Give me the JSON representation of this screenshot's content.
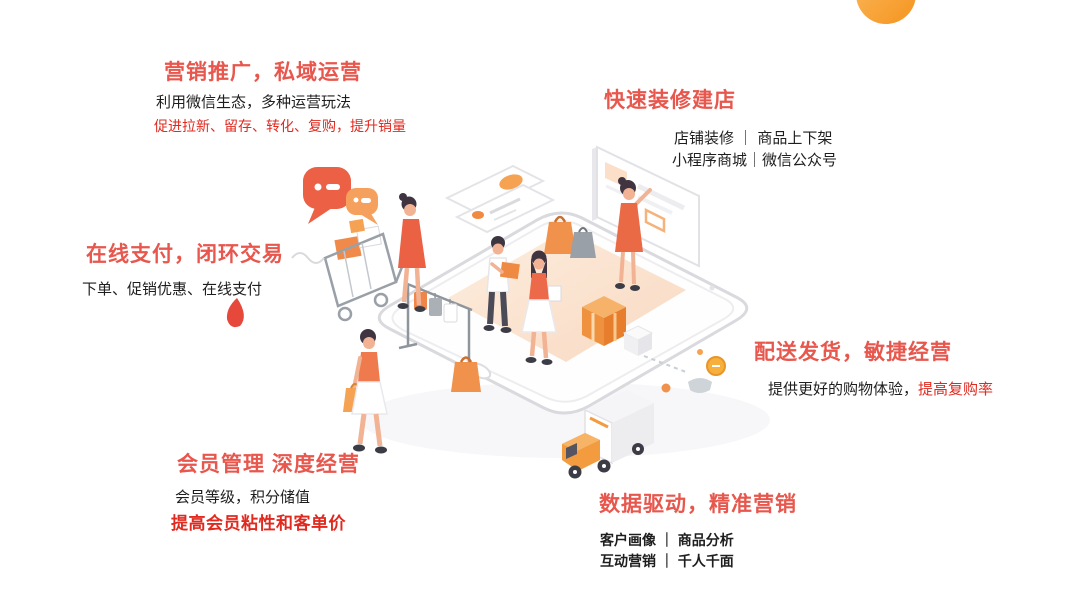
{
  "colors": {
    "title_red": "#e7574d",
    "emphasis_red": "#e02a20",
    "body_black": "#1e1e1e",
    "accent_orange": "#f59e3f"
  },
  "features": {
    "marketing": {
      "title": "营销推广，私域运营",
      "line1": "利用微信生态，多种运营玩法",
      "line2": "促进拉新、留存、转化、复购，提升销量"
    },
    "store": {
      "title": "快速装修建店",
      "line1": "店铺装修 ｜ 商品上下架",
      "line2": "小程序商城｜微信公众号"
    },
    "payment": {
      "title": "在线支付，闭环交易",
      "line1": "下单、促销优惠、在线支付"
    },
    "delivery": {
      "title": "配送发货，敏捷经营",
      "line1_black": "提供更好的购物体验，",
      "line1_red": "提高复购率"
    },
    "membership": {
      "title": "会员管理 深度经营",
      "line1": "会员等级，积分储值",
      "line2": "提高会员粘性和客单价"
    },
    "data_marketing": {
      "title": "数据驱动，精准营销",
      "line1": "客户画像 ｜ 商品分析",
      "line2": "互动营销 ｜ 千人千面"
    }
  },
  "illustration": {
    "icons": [
      "wechat-chat-bubbles-icon",
      "credit-cards-icon",
      "isometric-smartphone",
      "store-editor-screen",
      "shopping-cart-icon",
      "clothing-rack-icon",
      "shopping-bags-icon",
      "package-boxes-icon",
      "delivery-truck-icon",
      "payment-hand-coin-icon",
      "red-drop-icon",
      "corner-orange-circle"
    ]
  }
}
